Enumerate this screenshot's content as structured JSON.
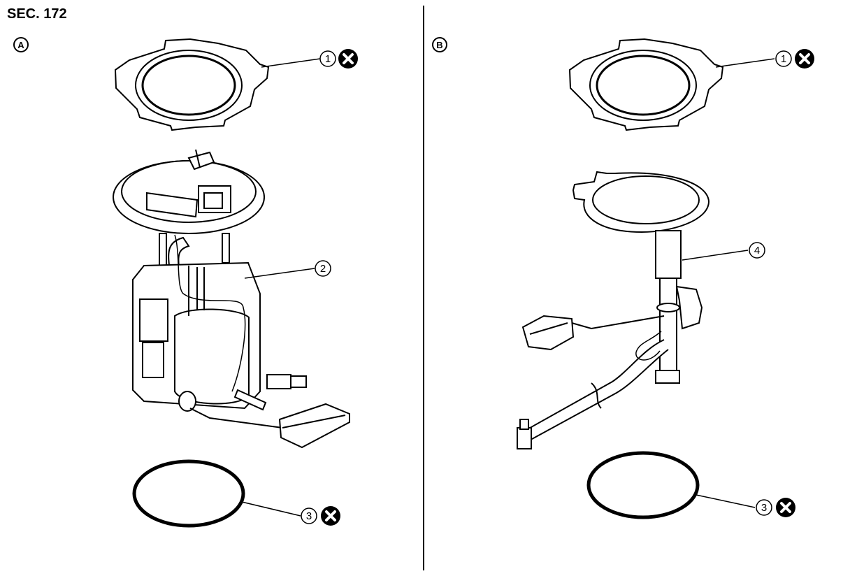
{
  "section_label": "SEC. 172",
  "panels": [
    {
      "letter": "A"
    },
    {
      "letter": "B"
    }
  ],
  "callouts": {
    "a_lock_ring": "1",
    "a_pump_assembly": "2",
    "a_o_ring": "3",
    "b_lock_ring": "1",
    "b_sender_unit": "4",
    "b_o_ring": "3"
  },
  "colors": {
    "line": "#000000",
    "fill": "#ffffff",
    "do_not_reuse_mark": "#000000"
  },
  "icons": {
    "do_not_reuse": "x-circle-icon"
  }
}
